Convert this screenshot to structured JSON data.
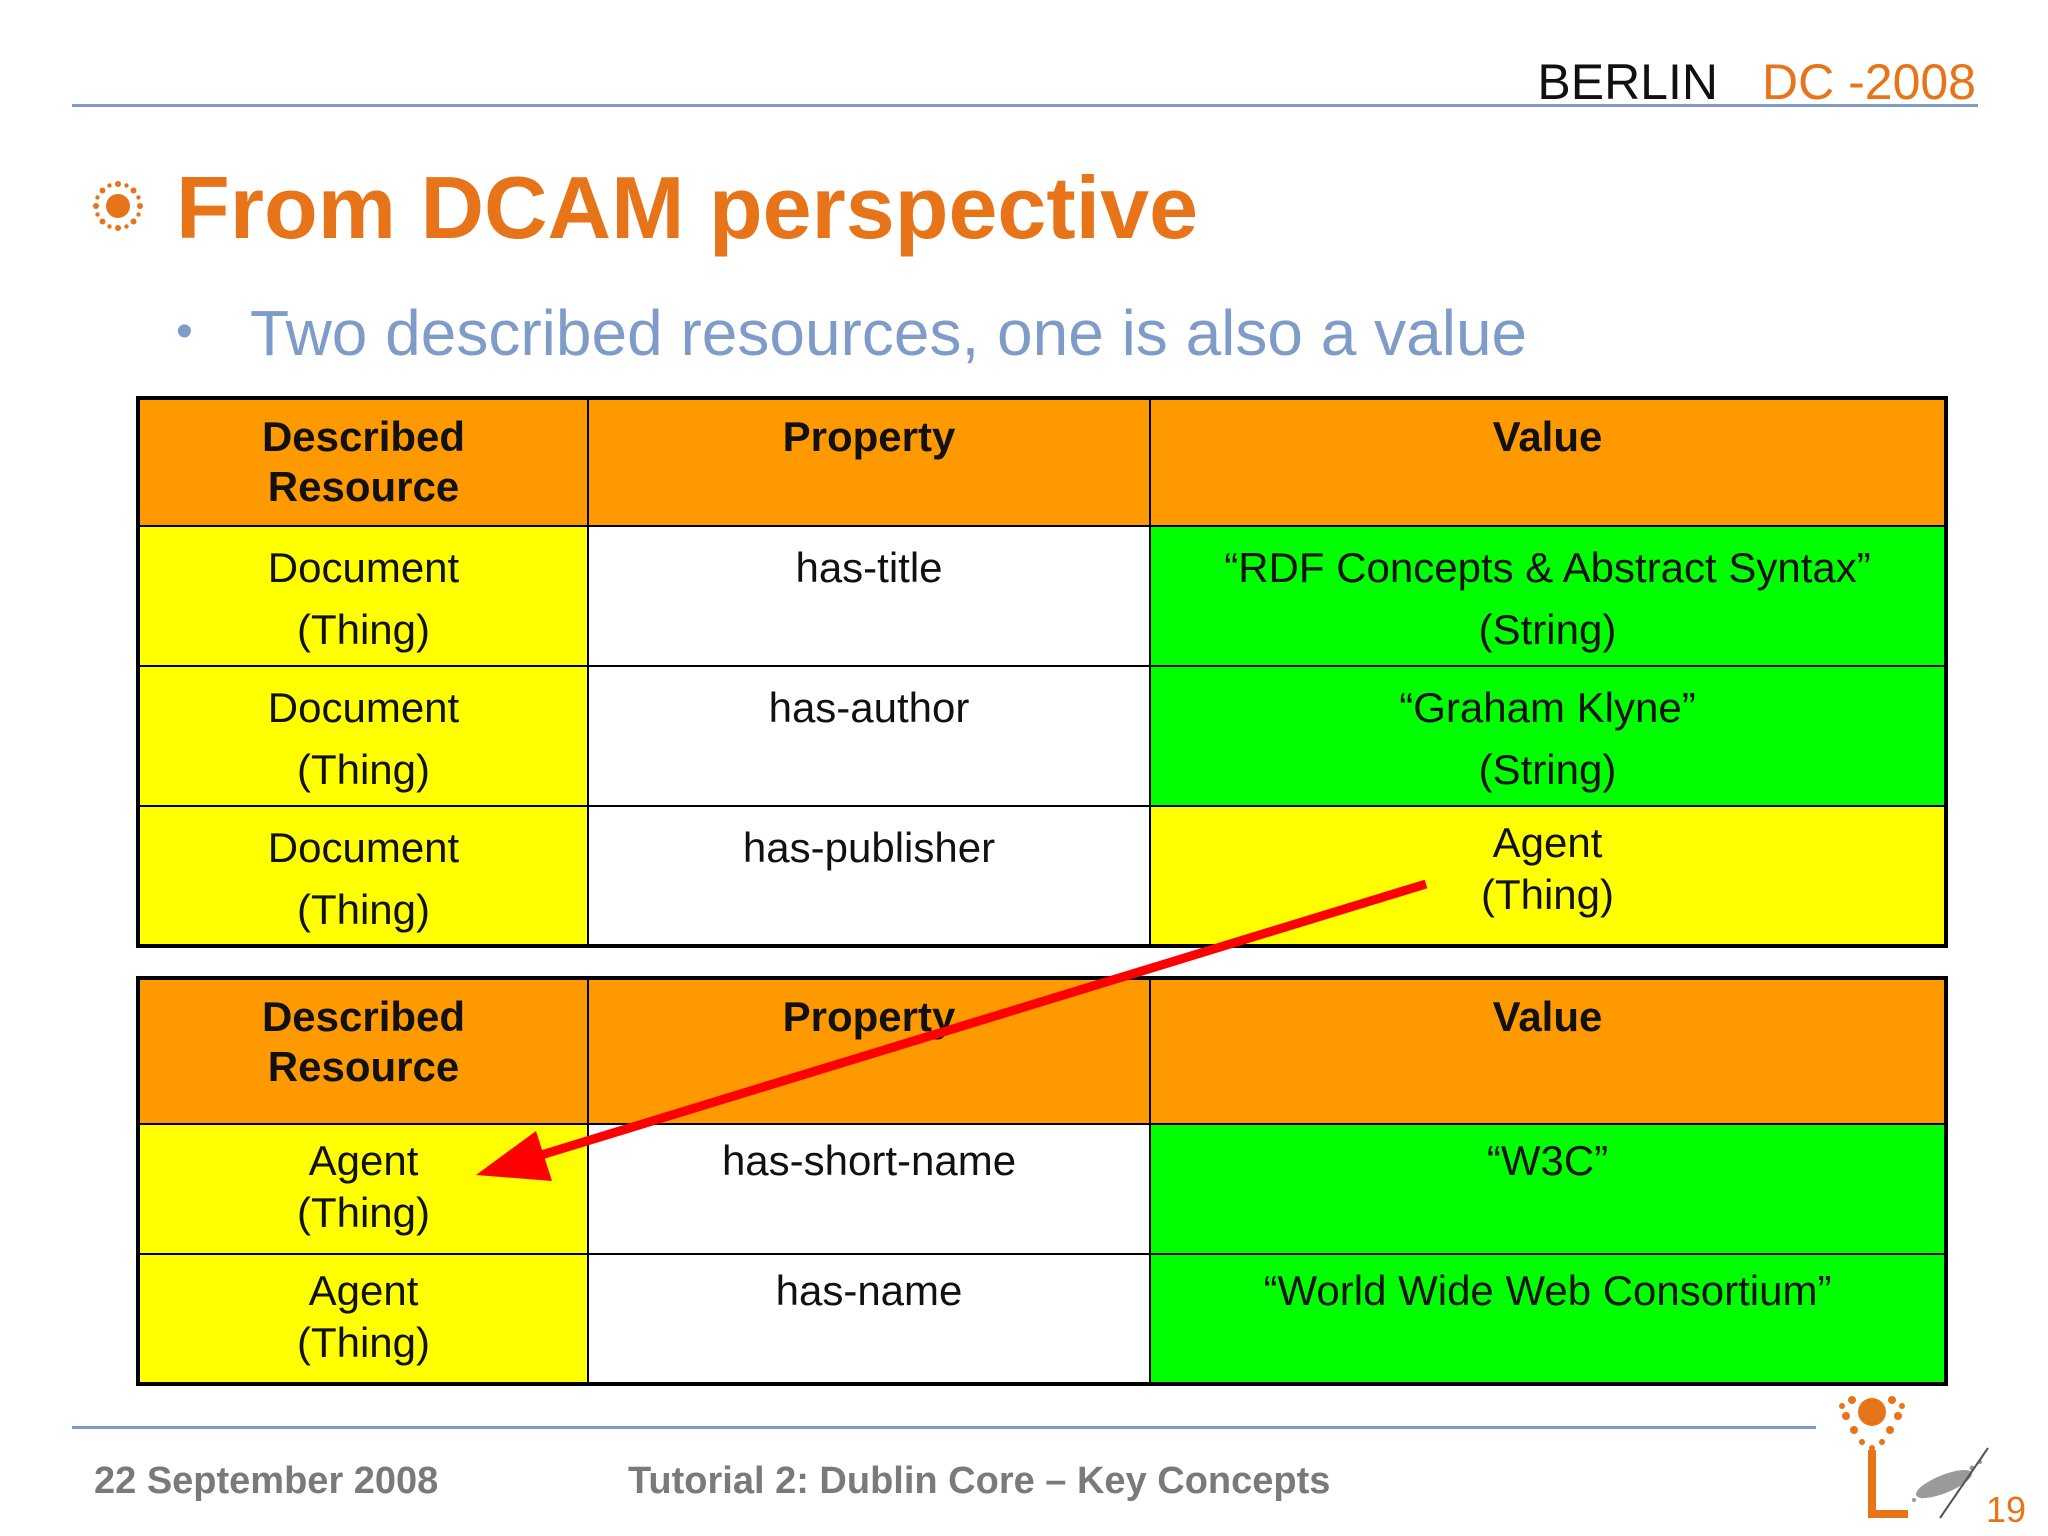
{
  "header": {
    "city": "BERLIN",
    "conference": "DC -2008"
  },
  "slide": {
    "title": "From DCAM perspective",
    "bullet": "Two described resources, one is also a value",
    "page_number": "19"
  },
  "table1": {
    "headers": {
      "resource_line1": "Described",
      "resource_line2": "Resource",
      "property": "Property",
      "value": "Value"
    },
    "rows": [
      {
        "resource_line1": "Document",
        "resource_line2": "(Thing)",
        "property": "has-title",
        "value_line1": "“RDF Concepts & Abstract Syntax”",
        "value_line2": "(String)"
      },
      {
        "resource_line1": "Document",
        "resource_line2": "(Thing)",
        "property": "has-author",
        "value_line1": "“Graham Klyne”",
        "value_line2": "(String)"
      },
      {
        "resource_line1": "Document",
        "resource_line2": "(Thing)",
        "property": "has-publisher",
        "value_line1": "Agent",
        "value_line2": "(Thing)"
      }
    ]
  },
  "table2": {
    "headers": {
      "resource_line1": "Described",
      "resource_line2": "Resource",
      "property": "Property",
      "value": "Value"
    },
    "rows": [
      {
        "resource_line1": "Agent",
        "resource_line2": "(Thing)",
        "property": "has-short-name",
        "value_line1": "“W3C”"
      },
      {
        "resource_line1": "Agent",
        "resource_line2": "(Thing)",
        "property": "has-name",
        "value_line1": "“World Wide Web Consortium”"
      }
    ]
  },
  "footer": {
    "date": "22 September 2008",
    "tutorial": "Tutorial 2: Dublin Core – Key Concepts"
  },
  "colors": {
    "accent_orange": "#e8741a",
    "header_cell": "#ff9900",
    "resource_cell": "#ffff00",
    "literal_value_cell": "#00ff00",
    "arrow": "#ff0000",
    "rule_blue": "#7f9cc9"
  }
}
